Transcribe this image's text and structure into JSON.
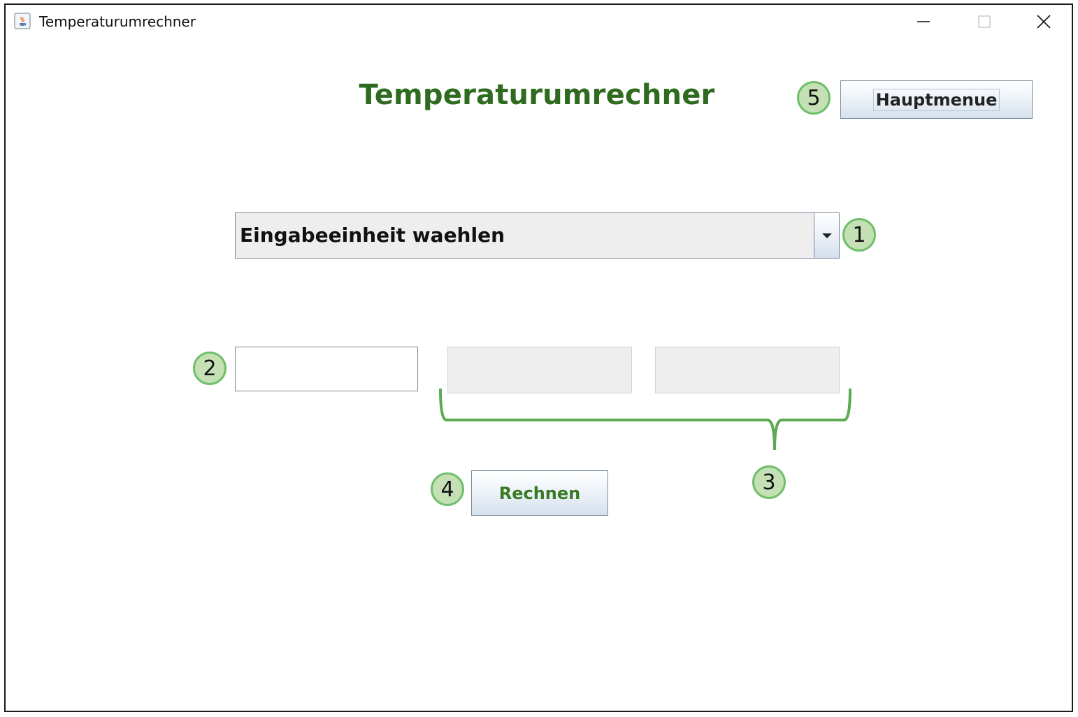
{
  "window": {
    "title": "Temperaturumrechner",
    "controls": {
      "minimize": "minimize-icon",
      "maximize": "maximize-icon",
      "close": "close-icon"
    }
  },
  "main": {
    "heading": "Temperaturumrechner",
    "menu_button_label": "Hauptmenue",
    "unit_select": {
      "selected": "Eingabeeinheit waehlen"
    },
    "input_field": {
      "value": ""
    },
    "output_fields": [
      {
        "value": ""
      },
      {
        "value": ""
      }
    ],
    "calculate_button_label": "Rechnen"
  },
  "annotations": {
    "badges": [
      "1",
      "2",
      "3",
      "4",
      "5"
    ]
  },
  "colors": {
    "heading": "#2e6b1f",
    "calculate_label": "#3b7a25",
    "badge_fill": "#c5e0b4",
    "badge_border": "#6fbf6a",
    "brace": "#5aaa50",
    "field_disabled": "#eeeeee"
  }
}
